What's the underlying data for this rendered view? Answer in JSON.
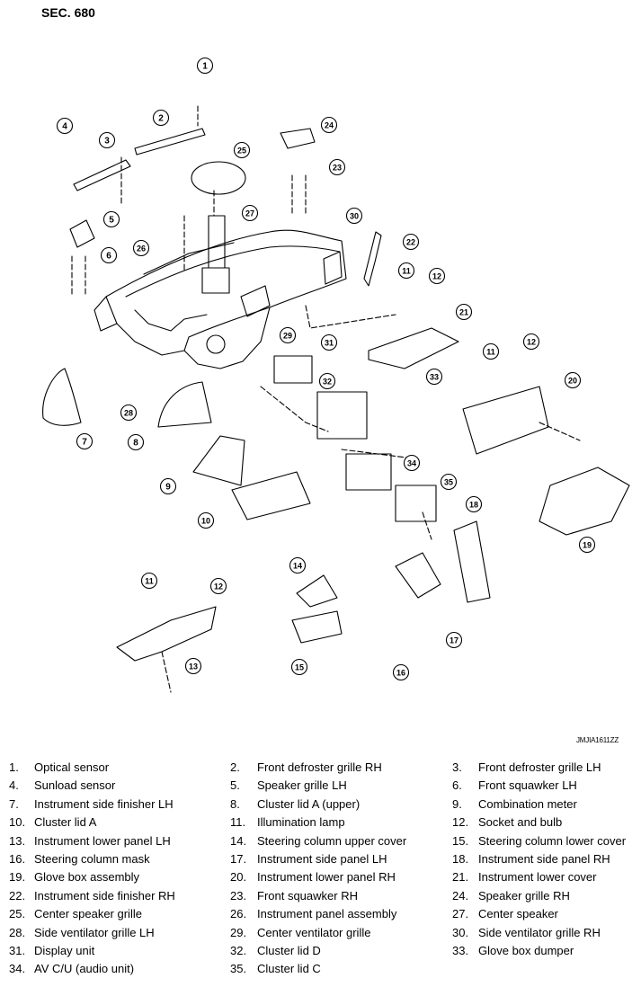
{
  "section_title": "SEC. 680",
  "figure_code": "JMJIA1611ZZ",
  "callouts": [
    "1",
    "2",
    "3",
    "4",
    "5",
    "6",
    "7",
    "8",
    "9",
    "10",
    "11",
    "12",
    "13",
    "14",
    "15",
    "16",
    "17",
    "18",
    "19",
    "20",
    "21",
    "22",
    "23",
    "24",
    "25",
    "26",
    "27",
    "28",
    "29",
    "30",
    "31",
    "32",
    "33",
    "34",
    "35"
  ],
  "legend": [
    [
      {
        "num": "1.",
        "name": "Optical sensor"
      },
      {
        "num": "2.",
        "name": "Front defroster grille RH"
      },
      {
        "num": "3.",
        "name": "Front defroster grille LH"
      }
    ],
    [
      {
        "num": "4.",
        "name": "Sunload sensor"
      },
      {
        "num": "5.",
        "name": "Speaker grille LH"
      },
      {
        "num": "6.",
        "name": "Front squawker LH"
      }
    ],
    [
      {
        "num": "7.",
        "name": "Instrument side finisher LH"
      },
      {
        "num": "8.",
        "name": "Cluster lid A (upper)"
      },
      {
        "num": "9.",
        "name": "Combination meter"
      }
    ],
    [
      {
        "num": "10.",
        "name": "Cluster lid A"
      },
      {
        "num": "11.",
        "name": "Illumination lamp"
      },
      {
        "num": "12.",
        "name": "Socket and bulb"
      }
    ],
    [
      {
        "num": "13.",
        "name": "Instrument lower panel LH"
      },
      {
        "num": "14.",
        "name": "Steering column upper cover"
      },
      {
        "num": "15.",
        "name": "Steering column lower cover"
      }
    ],
    [
      {
        "num": "16.",
        "name": "Steering column mask"
      },
      {
        "num": "17.",
        "name": "Instrument side panel LH"
      },
      {
        "num": "18.",
        "name": "Instrument side panel RH"
      }
    ],
    [
      {
        "num": "19.",
        "name": "Glove box assembly"
      },
      {
        "num": "20.",
        "name": "Instrument lower panel RH"
      },
      {
        "num": "21.",
        "name": "Instrument lower cover"
      }
    ],
    [
      {
        "num": "22.",
        "name": "Instrument side finisher RH"
      },
      {
        "num": "23.",
        "name": "Front squawker RH"
      },
      {
        "num": "24.",
        "name": "Speaker grille RH"
      }
    ],
    [
      {
        "num": "25.",
        "name": "Center speaker grille"
      },
      {
        "num": "26.",
        "name": "Instrument panel assembly"
      },
      {
        "num": "27.",
        "name": "Center speaker"
      }
    ],
    [
      {
        "num": "28.",
        "name": "Side ventilator grille LH"
      },
      {
        "num": "29.",
        "name": "Center ventilator grille"
      },
      {
        "num": "30.",
        "name": "Side ventilator grille RH"
      }
    ],
    [
      {
        "num": "31.",
        "name": "Display unit"
      },
      {
        "num": "32.",
        "name": "Cluster lid D"
      },
      {
        "num": "33.",
        "name": "Glove box dumper"
      }
    ],
    [
      {
        "num": "34.",
        "name": "AV C/U (audio unit)"
      },
      {
        "num": "35.",
        "name": "Cluster lid C"
      }
    ]
  ]
}
